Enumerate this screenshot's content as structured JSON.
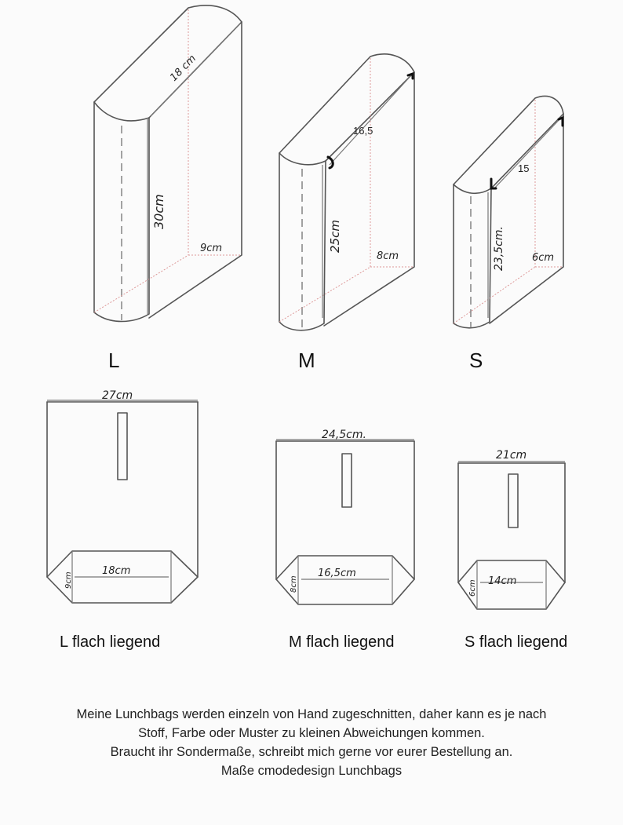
{
  "bags": {
    "L": {
      "size": "L",
      "depth": "18 cm",
      "height": "30cm",
      "bottom": "9cm",
      "flat_title": "L flach liegend",
      "flat_width": "27cm",
      "flat_bottom": "18cm",
      "flat_gusset": "9cm"
    },
    "M": {
      "size": "M",
      "depth": "16,5",
      "height": "25cm",
      "bottom": "8cm",
      "flat_title": "M flach liegend",
      "flat_width": "24,5cm.",
      "flat_bottom": "16,5cm",
      "flat_gusset": "8cm"
    },
    "S": {
      "size": "S",
      "depth": "15",
      "height": "23,5cm.",
      "bottom": "6cm",
      "flat_title": "S flach liegend",
      "flat_width": "21cm",
      "flat_bottom": "14cm",
      "flat_gusset": "6cm"
    }
  },
  "footer": {
    "line1": "Meine Lunchbags werden einzeln von Hand zugeschnitten, daher kann es je nach",
    "line2": "Stoff, Farbe oder Muster zu kleinen Abweichungen kommen.",
    "line3": "Braucht ihr Sondermaße, schreibt mich gerne vor eurer Bestellung an.",
    "line4": "Maße cmodedesign Lunchbags"
  }
}
